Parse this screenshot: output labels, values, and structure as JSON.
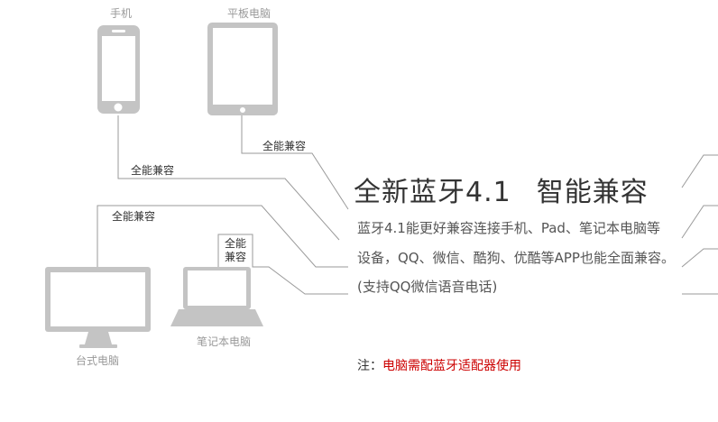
{
  "devices": {
    "phone": "手机",
    "tablet": "平板电脑",
    "desktop": "台式电脑",
    "laptop": "笔记本电脑"
  },
  "compat": {
    "tablet": "全能兼容",
    "phone": "全能兼容",
    "desktop": "全能兼容",
    "laptop_line1": "全能",
    "laptop_line2": "兼容"
  },
  "headline": {
    "part1": "全新蓝牙4.1",
    "part2": "智能兼容"
  },
  "description": {
    "line1": "蓝牙4.1能更好兼容连接手机、Pad、笔记本电脑等",
    "line2": "设备，QQ、微信、酷狗、优酷等APP也能全面兼容。",
    "line3": "(支持QQ微信语音电话)"
  },
  "note": {
    "prefix": "注：",
    "text": "电脑需配蓝牙适配器使用"
  },
  "colors": {
    "device": "#c4c4c4",
    "line": "#9a9a9a",
    "note_red": "#cc0000"
  }
}
